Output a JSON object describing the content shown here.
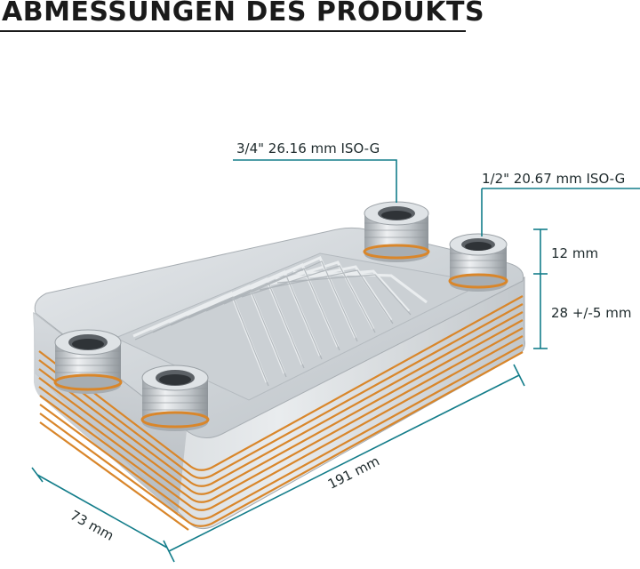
{
  "title": "ABMESSUNGEN DES PRODUKTS",
  "colors": {
    "dimension_line": "#137d8a",
    "accent_copper": "#d9862a",
    "text": "#1e2a2c"
  },
  "dimensions": {
    "port_large": "3/4\" 26.16 mm ISO-G",
    "port_small": "1/2\" 20.67 mm ISO-G",
    "thread_height": "12 mm",
    "body_height": "28 +/-5 mm",
    "length": "191 mm",
    "width": "73 mm"
  }
}
